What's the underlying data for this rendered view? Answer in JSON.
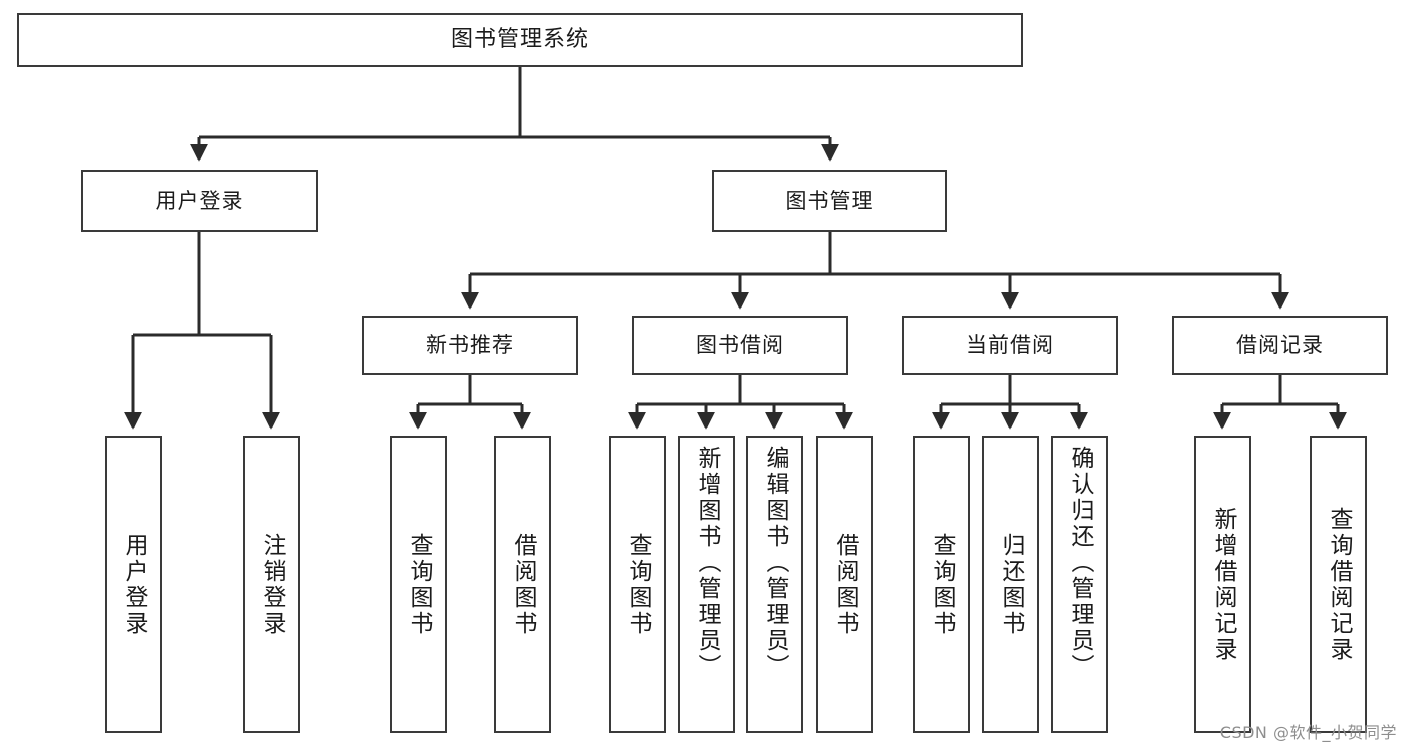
{
  "diagram": {
    "type": "tree-hierarchy",
    "title": "图书管理系统",
    "orientation": "top-down",
    "colors": {
      "box_border": "#3a3a3a",
      "box_fill": "#ffffff",
      "connector": "#2b2b2b",
      "text": "#1b1b1b",
      "watermark": "#8e8e8e"
    },
    "root": {
      "label": "图书管理系统"
    },
    "level2": [
      {
        "id": "user-login",
        "label": "用户登录"
      },
      {
        "id": "book-management",
        "label": "图书管理"
      }
    ],
    "level3": [
      {
        "id": "new-book-recommend",
        "label": "新书推荐"
      },
      {
        "id": "book-borrow",
        "label": "图书借阅"
      },
      {
        "id": "current-borrow",
        "label": "当前借阅"
      },
      {
        "id": "borrow-record",
        "label": "借阅记录"
      }
    ],
    "leaves": {
      "user_login": [
        {
          "id": "leaf-user-login",
          "label": "用户登录"
        },
        {
          "id": "leaf-logout-login",
          "label": "注销登录"
        }
      ],
      "new_book_recommend": [
        {
          "id": "leaf-query-book-1",
          "label": "查询图书"
        },
        {
          "id": "leaf-borrow-book-1",
          "label": "借阅图书"
        }
      ],
      "book_borrow": [
        {
          "id": "leaf-query-book-2",
          "label": "查询图书"
        },
        {
          "id": "leaf-add-book",
          "label": "新增图书（管理员）"
        },
        {
          "id": "leaf-edit-book",
          "label": "编辑图书（管理员）"
        },
        {
          "id": "leaf-borrow-book-2",
          "label": "借阅图书"
        }
      ],
      "current_borrow": [
        {
          "id": "leaf-query-book-3",
          "label": "查询图书"
        },
        {
          "id": "leaf-return-book",
          "label": "归还图书"
        },
        {
          "id": "leaf-confirm-return",
          "label": "确认归还（管理员）"
        }
      ],
      "borrow_record": [
        {
          "id": "leaf-add-record",
          "label": "新增借阅记录"
        },
        {
          "id": "leaf-query-record",
          "label": "查询借阅记录"
        }
      ]
    }
  },
  "watermark": {
    "text": "CSDN @软件_小贺同学"
  }
}
